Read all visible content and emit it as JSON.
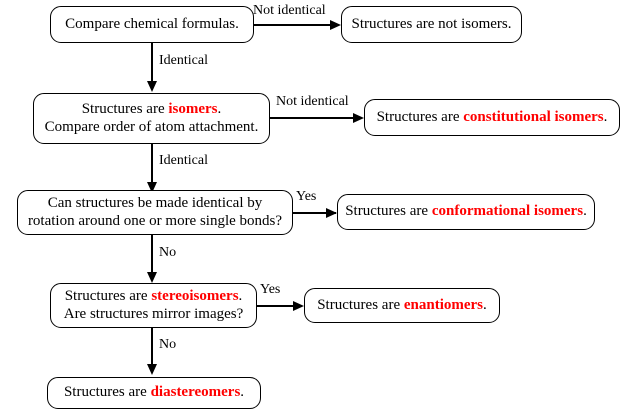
{
  "diagram": {
    "title": "Isomer classification flowchart",
    "accent_color": "#ff0000",
    "line_color": "#000000",
    "background": "#ffffff"
  },
  "nodes": {
    "compare_formulas": {
      "line1": "Compare chemical formulas."
    },
    "not_isomers": {
      "line1": "Structures are not isomers."
    },
    "isomers_compare_order": {
      "line1_pre": "Structures are ",
      "line1_hl": "isomers",
      "line1_post": ".",
      "line2": "Compare order of atom attachment."
    },
    "constitutional_isomers": {
      "pre": "Structures are ",
      "hl": "constitutional isomers",
      "post": "."
    },
    "rotation_question": {
      "line1": "Can structures be made identical by",
      "line2": "rotation around one or more single bonds?"
    },
    "conformational_isomers": {
      "pre": "Structures are ",
      "hl": "conformational isomers",
      "post": "."
    },
    "stereoisomers_mirror": {
      "line1_pre": "Structures are ",
      "line1_hl": "stereoisomers",
      "line1_post": ".",
      "line2": "Are structures mirror images?"
    },
    "enantiomers": {
      "pre": "Structures are ",
      "hl": "enantiomers",
      "post": "."
    },
    "diastereomers": {
      "pre": "Structures are ",
      "hl": "diastereomers",
      "post": "."
    }
  },
  "edges": {
    "not_identical_1": "Not identical",
    "identical_1": "Identical",
    "not_identical_2": "Not identical",
    "identical_2": "Identical",
    "yes_1": "Yes",
    "no_1": "No",
    "yes_2": "Yes",
    "no_2": "No"
  }
}
